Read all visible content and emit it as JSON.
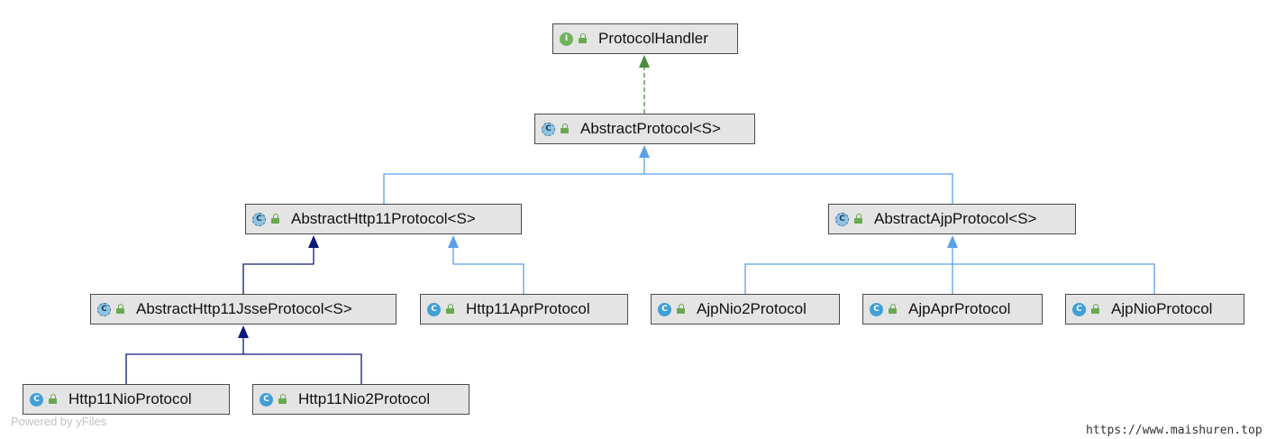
{
  "nodes": [
    {
      "id": "protocol-handler",
      "label": "ProtocolHandler",
      "kind": "interface",
      "icon": "I"
    },
    {
      "id": "abstract-protocol",
      "label": "AbstractProtocol<S>",
      "kind": "abstract-class",
      "icon": "C"
    },
    {
      "id": "abstract-http11-protocol",
      "label": "AbstractHttp11Protocol<S>",
      "kind": "abstract-class",
      "icon": "C"
    },
    {
      "id": "abstract-ajp-protocol",
      "label": "AbstractAjpProtocol<S>",
      "kind": "abstract-class",
      "icon": "C"
    },
    {
      "id": "abstract-http11-jsse-protocol",
      "label": "AbstractHttp11JsseProtocol<S>",
      "kind": "abstract-class",
      "icon": "C"
    },
    {
      "id": "http11-apr-protocol",
      "label": "Http11AprProtocol",
      "kind": "class",
      "icon": "C"
    },
    {
      "id": "ajp-nio2-protocol",
      "label": "AjpNio2Protocol",
      "kind": "class",
      "icon": "C"
    },
    {
      "id": "ajp-apr-protocol",
      "label": "AjpAprProtocol",
      "kind": "class",
      "icon": "C"
    },
    {
      "id": "ajp-nio-protocol",
      "label": "AjpNioProtocol",
      "kind": "class",
      "icon": "C"
    },
    {
      "id": "http11-nio-protocol",
      "label": "Http11NioProtocol",
      "kind": "class",
      "icon": "C"
    },
    {
      "id": "http11-nio2-protocol",
      "label": "Http11Nio2Protocol",
      "kind": "class",
      "icon": "C"
    }
  ],
  "edges": [
    {
      "from": "abstract-protocol",
      "to": "protocol-handler",
      "type": "implements"
    },
    {
      "from": "abstract-http11-protocol",
      "to": "abstract-protocol",
      "type": "extends"
    },
    {
      "from": "abstract-ajp-protocol",
      "to": "abstract-protocol",
      "type": "extends"
    },
    {
      "from": "abstract-http11-jsse-protocol",
      "to": "abstract-http11-protocol",
      "type": "extends-abstract"
    },
    {
      "from": "http11-apr-protocol",
      "to": "abstract-http11-protocol",
      "type": "extends"
    },
    {
      "from": "ajp-nio2-protocol",
      "to": "abstract-ajp-protocol",
      "type": "extends"
    },
    {
      "from": "ajp-apr-protocol",
      "to": "abstract-ajp-protocol",
      "type": "extends"
    },
    {
      "from": "ajp-nio-protocol",
      "to": "abstract-ajp-protocol",
      "type": "extends"
    },
    {
      "from": "http11-nio-protocol",
      "to": "abstract-http11-jsse-protocol",
      "type": "extends-abstract"
    },
    {
      "from": "http11-nio2-protocol",
      "to": "abstract-http11-jsse-protocol",
      "type": "extends-abstract"
    }
  ],
  "colors": {
    "implements": "#4c8a3c",
    "extends": "#5ba0e6",
    "extends-abstract": "#0b1a7a",
    "node_fill": "#e4e4e4",
    "node_border": "#4a4a4a"
  },
  "footer": {
    "powered_by": "Powered by yFiles",
    "watermark": "https://www.maishuren.top"
  }
}
